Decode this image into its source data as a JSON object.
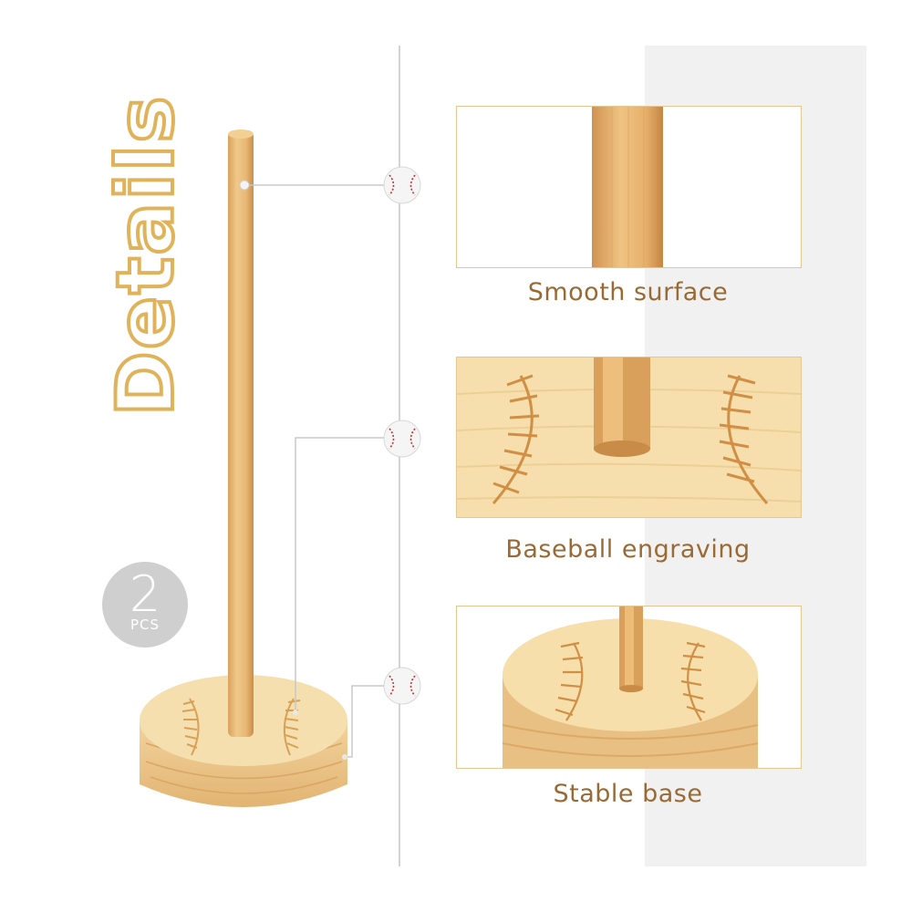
{
  "title": "Details",
  "badge": {
    "count": "2",
    "unit": "PCS"
  },
  "features": [
    {
      "caption": "Smooth surface",
      "icon": "wood-grain-dowel"
    },
    {
      "caption": "Baseball engraving",
      "icon": "baseball-stitch"
    },
    {
      "caption": "Stable base",
      "icon": "round-wooden-base"
    }
  ],
  "colors": {
    "accent": "#e0b35a",
    "caption": "#9a6a35",
    "wood_light": "#f2d49a",
    "wood_dark": "#d6a35c",
    "badge": "#cfcfcf"
  }
}
